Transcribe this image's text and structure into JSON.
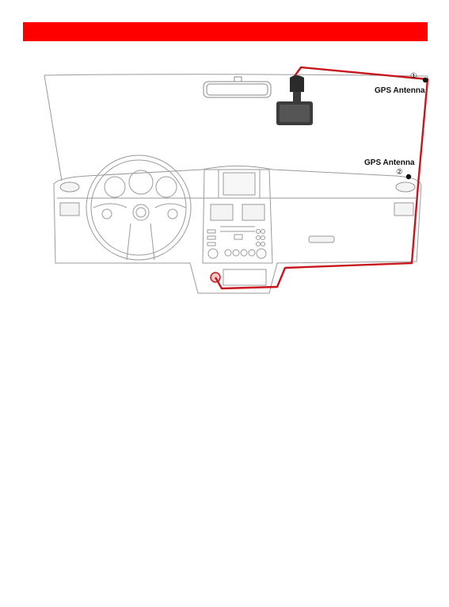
{
  "header_bar": {
    "color": "#fe0000"
  },
  "diagram": {
    "wire_color": "#c8161d",
    "line_color": "#9a9a9a",
    "labels": {
      "antenna_1": {
        "marker": "①",
        "text": "GPS Antenna"
      },
      "antenna_2": {
        "marker": "②",
        "text": "GPS Antenna"
      }
    },
    "icons": [
      "dash-camera-icon",
      "rearview-mirror-icon",
      "steering-wheel-icon",
      "power-socket-icon"
    ]
  }
}
